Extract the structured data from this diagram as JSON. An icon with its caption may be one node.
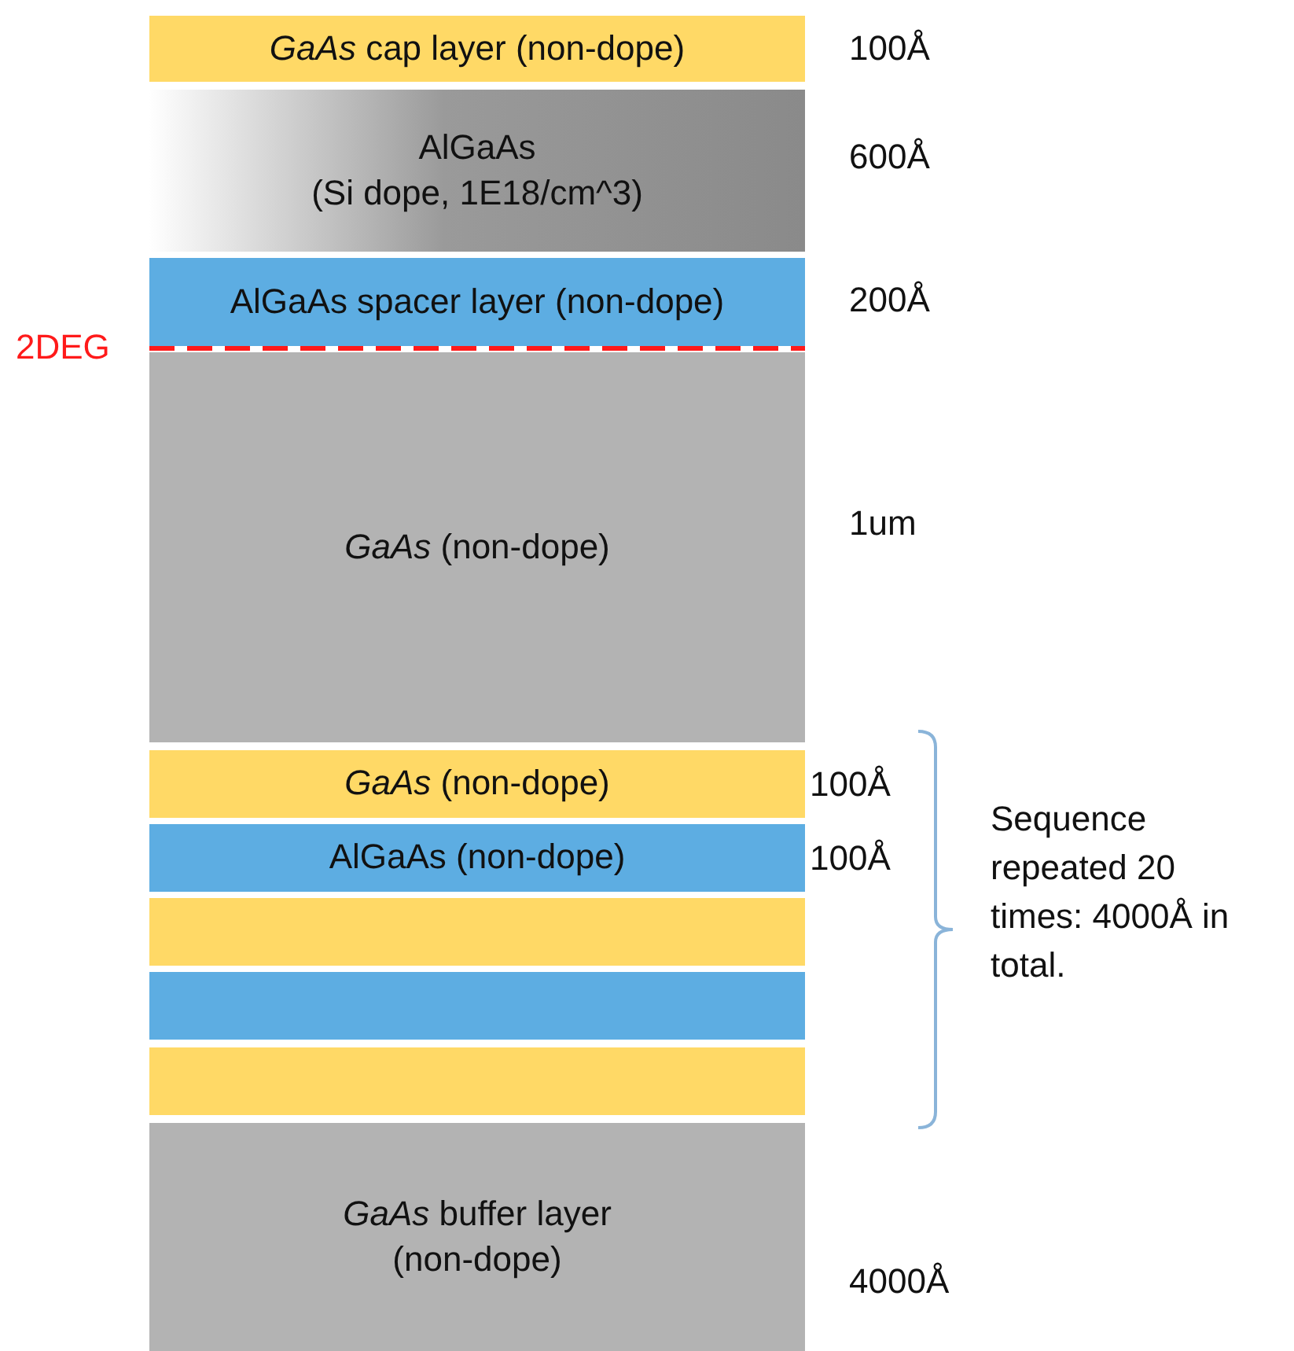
{
  "diagram": {
    "nodes": [
      {
        "text": [
          "*GaAs* cap layer (non-dope)"
        ],
        "beside": [
          "100Å"
        ]
      },
      {
        "text": [
          "AlGaAs",
          "(Si dope, 1E18/cm^3)"
        ],
        "beside": [
          "600Å"
        ]
      },
      {
        "text": [
          "AlGaAs spacer layer (non-dope)"
        ],
        "beside": [
          "200Å"
        ]
      },
      {
        "text": [
          "*GaAs* (non-dope)"
        ],
        "beside": [
          "1um"
        ]
      },
      {
        "text": [
          "*GaAs* (non-dope)"
        ],
        "beside": [
          "100Å"
        ]
      },
      {
        "text": [
          "AlGaAs (non-dope)"
        ],
        "beside": [
          "100Å"
        ]
      },
      {
        "text": [],
        "shape": "bar"
      },
      {
        "text": [],
        "shape": "bar"
      },
      {
        "text": [],
        "shape": "bar"
      },
      {
        "text": [
          "*GaAs* buffer layer (non-dope)"
        ],
        "beside": [
          "4000Å"
        ]
      }
    ],
    "labels": [
      "2DEG",
      "Sequence repeated 20 times: 4000Å in total."
    ]
  }
}
